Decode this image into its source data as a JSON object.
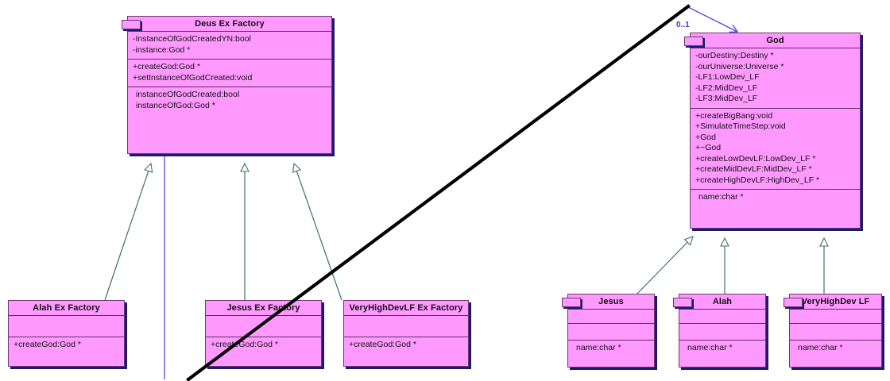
{
  "diagram": {
    "type": "uml-class-diagram",
    "colors": {
      "class_fill": "#FF99FF",
      "class_border": "#6b3a6b",
      "shadow": "#1a1a6e",
      "connector": "#3f6f6f",
      "association": "#4a4ae0",
      "highlight_line": "#000000"
    }
  },
  "classes": {
    "deus_ex_factory": {
      "name": "Deus Ex Factory",
      "attributes": [
        "-InstanceOfGodCreatedYN:bool",
        "-instance:God *"
      ],
      "operations": [
        "+createGod:God *",
        "+setInstanceOfGodCreated:void"
      ],
      "extra": [
        "instanceOfGodCreated:bool",
        "instanceOfGod:God *"
      ]
    },
    "god": {
      "name": "God",
      "attributes": [
        "-ourDestiny:Destiny *",
        "-ourUniverse:Universe *",
        "-LF1:LowDev_LF",
        "-LF2:MidDev_LF",
        "-LF3:MidDev_LF"
      ],
      "operations": [
        "+createBigBang:void",
        "+SimulateTimeStep:void",
        "+God",
        "+~God",
        "+createLowDevLF:LowDev_LF *",
        "+createMidDevLF:MidDev_LF *",
        "+createHighDevLF:HighDev_LF *"
      ],
      "extra": [
        "name:char *"
      ]
    },
    "alah_ex_factory": {
      "name": "Alah Ex Factory",
      "attributes": [],
      "operations": [
        "+createGod:God *"
      ]
    },
    "jesus_ex_factory": {
      "name": "Jesus Ex Factory",
      "attributes": [],
      "operations": [
        "+createGod:God *"
      ]
    },
    "veryhighdevlf_ex_factory": {
      "name": "VeryHighDevLF Ex Factory",
      "attributes": [],
      "operations": [
        "+createGod:God *"
      ]
    },
    "jesus": {
      "name": "Jesus",
      "attributes": [],
      "operations": [],
      "extra": [
        "name:char *"
      ]
    },
    "alah": {
      "name": "Alah",
      "attributes": [],
      "operations": [],
      "extra": [
        "name:char *"
      ]
    },
    "veryhighdev_lf": {
      "name": "VeryHighDev LF",
      "attributes": [],
      "operations": [],
      "extra": [
        "name:char *"
      ]
    }
  },
  "connectors": {
    "association_multiplicity": "0..1"
  }
}
